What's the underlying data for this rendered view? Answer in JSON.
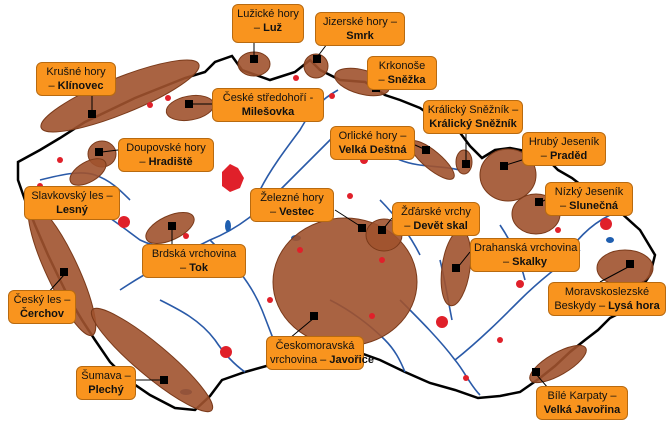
{
  "colors": {
    "range_fill": "#a0522d",
    "label_bg": "#f9941e",
    "river": "#2a5aa8",
    "city": "#e0202a",
    "lake": "#1f5fb0",
    "border": "#000000"
  },
  "ranges": [
    {
      "id": "luzicke",
      "name": "Lužické hory",
      "sep": "–",
      "peak": "Luž"
    },
    {
      "id": "jizerske",
      "name": "Jizerské hory –",
      "sep": "",
      "peak": "Smrk"
    },
    {
      "id": "krusne",
      "name": "Krušné hory",
      "sep": "–",
      "peak": "Klínovec"
    },
    {
      "id": "krkonose",
      "name": "Krkonoše",
      "sep": "–",
      "peak": "Sněžka"
    },
    {
      "id": "ceske-stredohori",
      "name": "České středohoří -",
      "sep": "",
      "peak": "Milešovka"
    },
    {
      "id": "kralicky",
      "name": "Králický Sněžník –",
      "sep": "",
      "peak": "Králický Sněžník"
    },
    {
      "id": "orlicke",
      "name": "Orlické hory –",
      "sep": "",
      "peak": "Velká Deštná"
    },
    {
      "id": "hruby-jesenik",
      "name": "Hrubý Jeseník",
      "sep": "–",
      "peak": "Praděd"
    },
    {
      "id": "doupovske",
      "name": "Doupovské hory",
      "sep": "–",
      "peak": "Hradiště"
    },
    {
      "id": "nizky-jesenik",
      "name": "Nízký Jeseník",
      "sep": "–",
      "peak": "Slunečná"
    },
    {
      "id": "slavkovsky",
      "name": "Slavkovský les –",
      "sep": "",
      "peak": "Lesný"
    },
    {
      "id": "zelezne",
      "name": "Železné hory",
      "sep": "–",
      "peak": "Vestec"
    },
    {
      "id": "zdarske",
      "name": "Žďárské vrchy",
      "sep": "–",
      "peak": "Devět skal"
    },
    {
      "id": "brdska",
      "name": "Brdská vrchovina",
      "sep": "–",
      "peak": "Tok"
    },
    {
      "id": "drahanska",
      "name": "Drahanská vrchovina",
      "sep": "–",
      "peak": "Skalky"
    },
    {
      "id": "cesky-les",
      "name": "Český les –",
      "sep": "",
      "peak": "Čerchov"
    },
    {
      "id": "moravskoslezske",
      "name": "Moravskoslezské",
      "sep": "Beskydy –",
      "peak": "Lysá hora"
    },
    {
      "id": "ceskomoravska",
      "name": "Českomoravská",
      "sep": "vrchovina –",
      "peak": "Javořice"
    },
    {
      "id": "sumava",
      "name": "Šumava –",
      "sep": "",
      "peak": "Plechý"
    },
    {
      "id": "bile-karpaty",
      "name": "Bílé Karpaty –",
      "sep": "",
      "peak": "Velká Javořina"
    }
  ]
}
